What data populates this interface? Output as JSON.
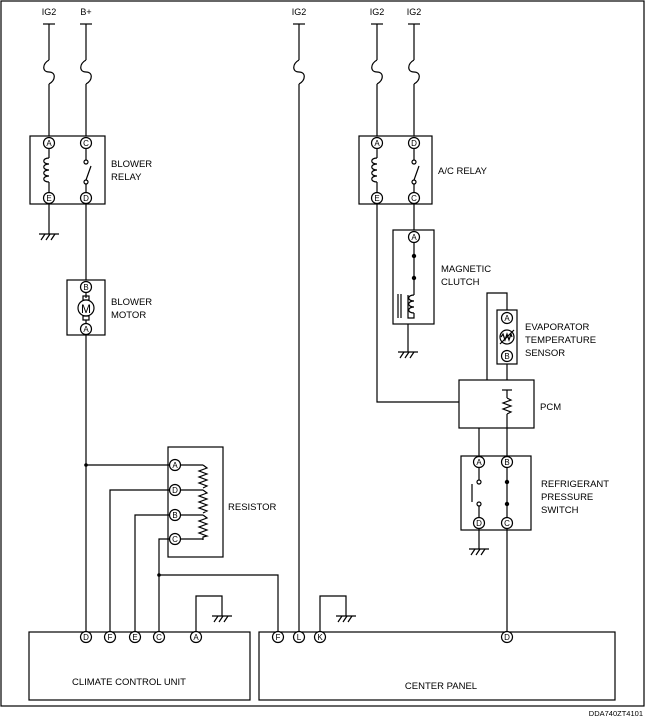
{
  "supplies": {
    "ig2_1": "IG2",
    "bplus": "B+",
    "ig2_2": "IG2",
    "ig2_3": "IG2",
    "ig2_4": "IG2"
  },
  "blower_relay": {
    "line1": "BLOWER",
    "line2": "RELAY",
    "pins": {
      "a": "A",
      "c": "C",
      "e": "E",
      "d": "D"
    }
  },
  "blower_motor": {
    "line1": "BLOWER",
    "line2": "MOTOR",
    "symbol": "M",
    "pins": {
      "b": "B",
      "a": "A"
    }
  },
  "resistor": {
    "label": "RESISTOR",
    "pins": {
      "a": "A",
      "d": "D",
      "b": "B",
      "c": "C"
    }
  },
  "ac_relay": {
    "label": "A/C RELAY",
    "pins": {
      "a": "A",
      "d": "D",
      "e": "E",
      "c": "C"
    }
  },
  "magnetic_clutch": {
    "line1": "MAGNETIC",
    "line2": "CLUTCH",
    "pins": {
      "a": "A"
    }
  },
  "evaporator_sensor": {
    "line1": "EVAPORATOR",
    "line2": "TEMPERATURE",
    "line3": "SENSOR",
    "pins": {
      "a": "A",
      "b": "B"
    }
  },
  "pcm": {
    "label": "PCM"
  },
  "pressure_switch": {
    "line1": "REFRIGERANT",
    "line2": "PRESSURE",
    "line3": "SWITCH",
    "pins": {
      "a": "A",
      "b": "B",
      "d": "D",
      "c": "C"
    }
  },
  "climate_control_unit": {
    "label": "CLIMATE CONTROL UNIT",
    "pins": [
      "D",
      "F",
      "E",
      "C",
      "A"
    ]
  },
  "center_panel": {
    "label": "CENTER PANEL",
    "pins": [
      "F",
      "L",
      "K",
      "D"
    ]
  },
  "figure_code": "DDA740ZT4101"
}
